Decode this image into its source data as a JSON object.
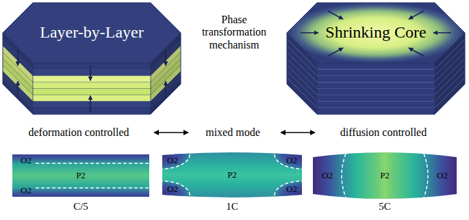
{
  "diagram": {
    "nodes": [
      {
        "text": [
          "Layer-by-Layer"
        ]
      },
      {
        "text": [
          "Shrinking Core"
        ]
      },
      {
        "text": [
          "O2",
          "P2",
          "O2",
          "C/5"
        ]
      },
      {
        "text": [
          "O2",
          "O2",
          "P2",
          "O2",
          "O2",
          "1C"
        ]
      },
      {
        "text": [
          "O2",
          "P2",
          "O2",
          "5C"
        ]
      }
    ],
    "labels": [
      "Phase transformation mechanism",
      "deformation controlled",
      "mixed mode",
      "diffusion controlled"
    ]
  }
}
